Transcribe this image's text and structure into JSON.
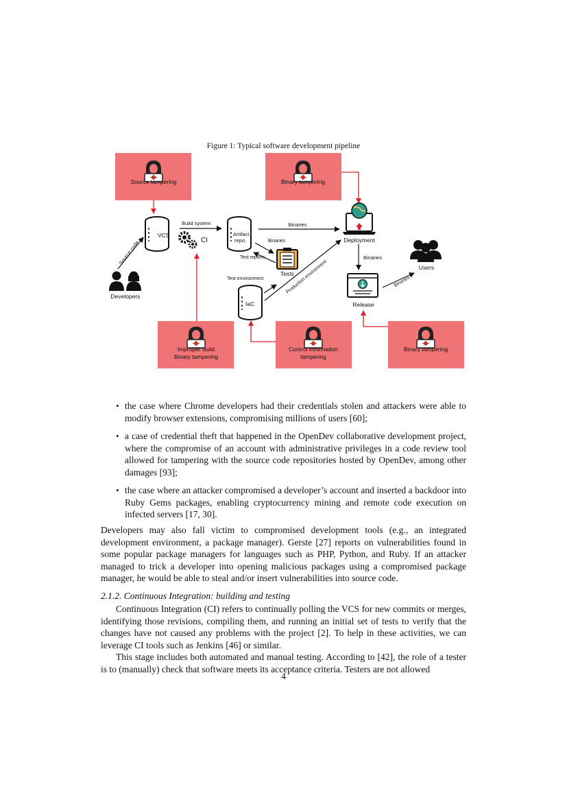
{
  "figure": {
    "caption": "Figure 1: Typical software development pipeline",
    "threats": {
      "source": "Source tampering",
      "binary_top": "Binary tampering",
      "improper_build_1": "Improper build",
      "improper_build_2": "Binary tampering",
      "control_info_1": "Control information",
      "control_info_2": "tampering",
      "binary_right": "Binary tampering"
    },
    "nodes": {
      "vcs": "VCS",
      "ci": "CI",
      "artifact_1": "Artifact",
      "artifact_2": "repo.",
      "deployment": "Deployment",
      "tests": "Tests",
      "iac": "IaC",
      "release": "Release",
      "users": "Users",
      "developers": "Developers"
    },
    "edges": {
      "source_code": "Source code",
      "build_system": "Build system",
      "binaries_top": "Binaries",
      "binaries_tests": "Binaries",
      "test_reports": "Test reports",
      "binaries_release": "Binaries",
      "test_environment": "Test environment",
      "production_environment": "Production environment",
      "binaries_users": "Binaries"
    },
    "colors": {
      "threat_fill": "#f07475",
      "threat_arrow": "#e0242b"
    }
  },
  "bullets": [
    "the case where Chrome developers had their credentials stolen and attackers were able to modify browser extensions, compromising millions of users [60];",
    "a case of credential theft that happened in the OpenDev collaborative development project, where the compromise of an account with administrative privileges in a code review tool allowed for tampering with the source code repositories hosted by OpenDev, among other damages [93];",
    "the case where an attacker compromised a developer’s account and inserted a backdoor into Ruby Gems packages, enabling cryptocurrency mining and remote code execution on infected servers [17, 30]."
  ],
  "paragraph_1": "Developers may also fall victim to compromised development tools (e.g., an integrated development environment, a package manager). Gerste [27] reports on vulnerabilities found in some popular package managers for languages such as PHP, Python, and Ruby. If an attacker managed to trick a developer into opening malicious packages using a compromised package manager, he would be able to steal and/or insert vulnerabilities into source code.",
  "section_heading": "2.1.2.  Continuous Integration: building and testing",
  "paragraph_2": "Continuous Integration (CI) refers to continually polling the VCS for new commits or merges, identifying those revisions, compiling them, and running an initial set of tests to verify that the changes have not caused any problems with the project [2]. To help in these activities, we can leverage CI tools such as Jenkins [46] or similar.",
  "paragraph_3": "This stage includes both automated and manual testing. According to [42], the role of a tester is to (manually) check that software meets its acceptance criteria. Testers are not allowed",
  "page_number": "4"
}
